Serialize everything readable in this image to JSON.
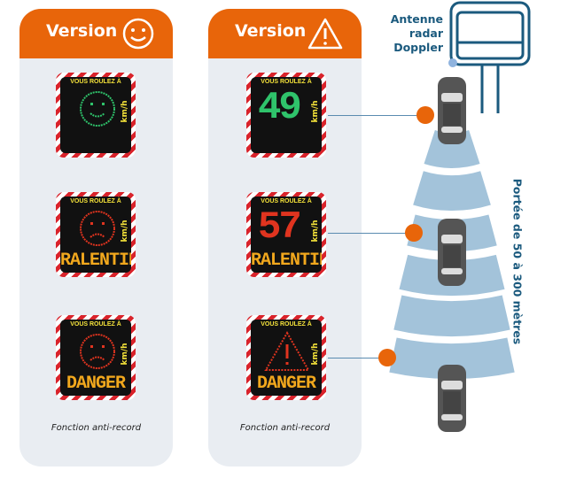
{
  "versions": [
    {
      "title": "Version",
      "icon": "smiley-icon",
      "signs": [
        {
          "header": "VOUS ROULEZ À",
          "unit": "km/h",
          "display": "smiley",
          "color": "#2fc36b",
          "message": ""
        },
        {
          "header": "VOUS ROULEZ À",
          "unit": "km/h",
          "display": "sad",
          "color": "#e0341f",
          "message": "RALENTIR"
        },
        {
          "header": "VOUS ROULEZ À",
          "unit": "km/h",
          "display": "sad",
          "color": "#e0341f",
          "message": "DANGER"
        }
      ],
      "caption": "Fonction anti-record"
    },
    {
      "title": "Version",
      "icon": "warning-triangle-icon",
      "signs": [
        {
          "header": "VOUS ROULEZ À",
          "unit": "km/h",
          "display": "49",
          "color": "#2fc36b",
          "message": ""
        },
        {
          "header": "VOUS ROULEZ À",
          "unit": "km/h",
          "display": "57",
          "color": "#e0341f",
          "message": "RALENTIR"
        },
        {
          "header": "VOUS ROULEZ À",
          "unit": "km/h",
          "display": "warning",
          "color": "#e0341f",
          "message": "DANGER"
        }
      ],
      "caption": "Fonction anti-record"
    }
  ],
  "antenna_label": [
    "Antenne",
    "radar",
    "Doppler"
  ],
  "range_label": "Portée de 50 à 300 mètres",
  "colors": {
    "accent": "#E8650A",
    "dark_blue": "#1B5A7E",
    "beam": "#A3C3DA",
    "panel": "#E9EDF2"
  }
}
